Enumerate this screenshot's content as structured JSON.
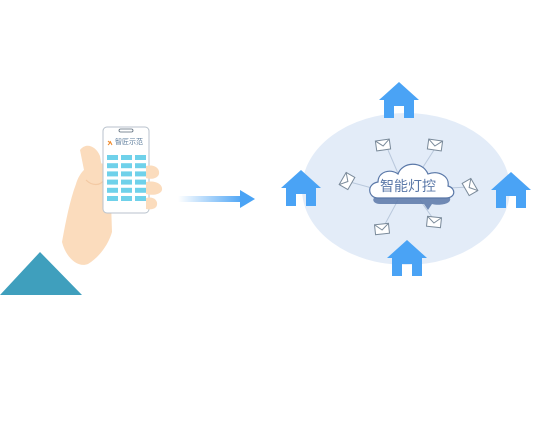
{
  "phone": {
    "app_title": "智匠示范",
    "grid_rows": 6,
    "grid_cols": 3
  },
  "cloud": {
    "label": "智能灯控"
  },
  "colors": {
    "background": "#ffffff",
    "sleeve": "#3f9fbd",
    "skin": "#fbdcbd",
    "skin_shadow": "#f3c9a3",
    "phone_body": "#ffffff",
    "phone_border": "#b8c2cc",
    "screen_cell": "#6fd1ea",
    "arrow": "#4aa3f5",
    "network_ellipse": "#e3ecf8",
    "house": "#4aa3f5",
    "envelope_stroke": "#7a8a9a",
    "cloud_fill": "#ffffff",
    "cloud_outline": "#5a78a8",
    "connector_line": "#b9c8dc"
  },
  "icons": [
    "hand-holding-phone",
    "arrow-right-icon",
    "house-icon",
    "envelope-icon",
    "cloud-icon"
  ]
}
